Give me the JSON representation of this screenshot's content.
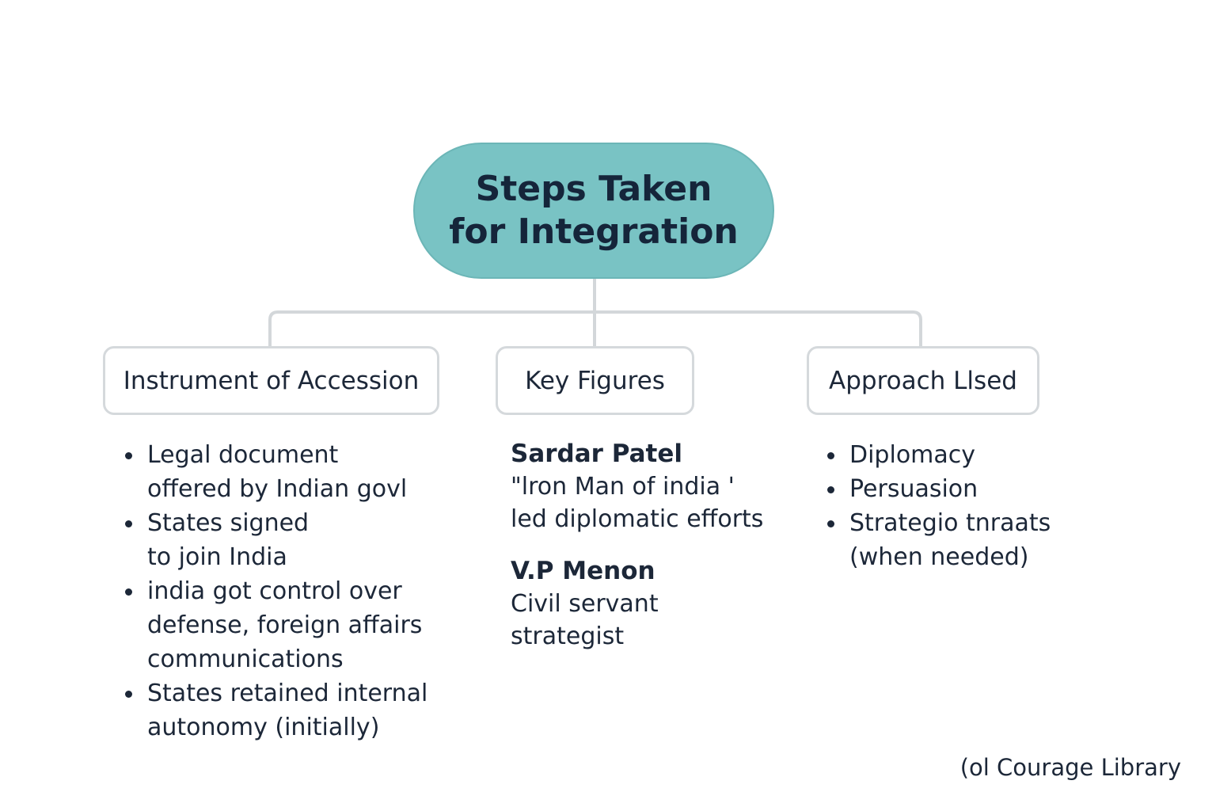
{
  "root": {
    "title_line1": "Steps Taken",
    "title_line2": "for Integration",
    "fill_color": "#79c3c4"
  },
  "branches": {
    "instrument": {
      "label": "Instrument of Accession",
      "items": [
        [
          "Legal document",
          "offered by Indian govl"
        ],
        [
          "States signed",
          "to join India"
        ],
        [
          "india got control over",
          "defense, foreign affairs",
          "communications"
        ],
        [
          "States retained internal",
          "autonomy (initially)"
        ]
      ]
    },
    "figures": {
      "label": "Key Figures",
      "people": [
        {
          "name": "Sardar Patel",
          "lines": [
            "\"lron Man of india '",
            "led diplomatic efforts"
          ]
        },
        {
          "name": "V.P  Menon",
          "lines": [
            "Civil servant",
            "strategist"
          ]
        }
      ]
    },
    "approach": {
      "label": "Approach Llsed",
      "items": [
        [
          "Diplomacy"
        ],
        [
          "Persuasion"
        ],
        [
          "Strategio tnraats",
          "(when needed)"
        ]
      ]
    }
  },
  "credit": "(ol Courage Library",
  "colors": {
    "connector": "#d3d7da",
    "box_border": "#d5d9dc",
    "text": "#1c2738"
  }
}
